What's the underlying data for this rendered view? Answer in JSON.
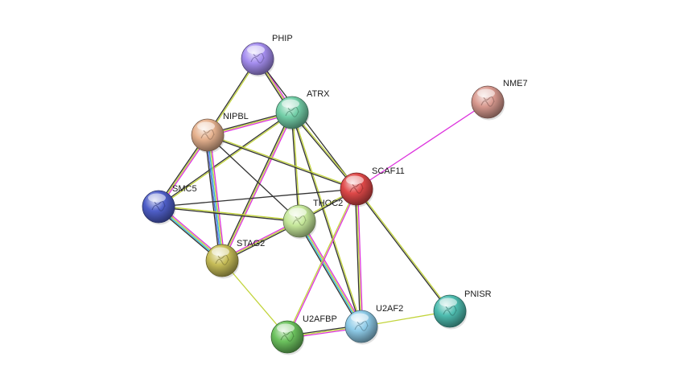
{
  "network": {
    "nodes": [
      {
        "id": "PHIP",
        "label": "PHIP",
        "color": "#a58ef0"
      },
      {
        "id": "ATRX",
        "label": "ATRX",
        "color": "#73cfa8"
      },
      {
        "id": "NIPBL",
        "label": "NIPBL",
        "color": "#e6b28f"
      },
      {
        "id": "NME7",
        "label": "NME7",
        "color": "#d99a90"
      },
      {
        "id": "SCAF11",
        "label": "SCAF11",
        "color": "#df4848"
      },
      {
        "id": "SMC5",
        "label": "SMC5",
        "color": "#4f5fc9"
      },
      {
        "id": "THOC2",
        "label": "THOC2",
        "color": "#c6e89b"
      },
      {
        "id": "STAG2",
        "label": "STAG2",
        "color": "#c7bd58"
      },
      {
        "id": "U2AF2",
        "label": "U2AF2",
        "color": "#8ecbe8"
      },
      {
        "id": "U2AFBP",
        "label": "U2AFBP",
        "color": "#6cc25e"
      },
      {
        "id": "PNISR",
        "label": "PNISR",
        "color": "#4ebdb0"
      }
    ],
    "edge_colors": {
      "magenta": "#dd33dd",
      "yellow": "#c2d43b",
      "black": "#333333",
      "cyan": "#33bbdd",
      "blue": "#5566dd"
    },
    "edges": [
      {
        "a": "PHIP",
        "b": "ATRX",
        "types": [
          "magenta",
          "yellow",
          "black"
        ]
      },
      {
        "a": "PHIP",
        "b": "NIPBL",
        "types": [
          "yellow",
          "black"
        ]
      },
      {
        "a": "PHIP",
        "b": "SCAF11",
        "types": [
          "black"
        ]
      },
      {
        "a": "ATRX",
        "b": "NIPBL",
        "types": [
          "magenta",
          "yellow",
          "black"
        ]
      },
      {
        "a": "ATRX",
        "b": "SMC5",
        "types": [
          "yellow",
          "black"
        ]
      },
      {
        "a": "ATRX",
        "b": "SCAF11",
        "types": [
          "yellow",
          "black"
        ]
      },
      {
        "a": "ATRX",
        "b": "STAG2",
        "types": [
          "magenta",
          "yellow",
          "black"
        ]
      },
      {
        "a": "ATRX",
        "b": "THOC2",
        "types": [
          "yellow",
          "black"
        ]
      },
      {
        "a": "ATRX",
        "b": "U2AF2",
        "types": [
          "yellow",
          "black"
        ]
      },
      {
        "a": "NIPBL",
        "b": "SMC5",
        "types": [
          "magenta",
          "yellow",
          "black"
        ]
      },
      {
        "a": "NIPBL",
        "b": "STAG2",
        "types": [
          "magenta",
          "yellow",
          "cyan",
          "blue",
          "black"
        ]
      },
      {
        "a": "NIPBL",
        "b": "SCAF11",
        "types": [
          "yellow",
          "black"
        ]
      },
      {
        "a": "NIPBL",
        "b": "THOC2",
        "types": [
          "black"
        ]
      },
      {
        "a": "SMC5",
        "b": "STAG2",
        "types": [
          "magenta",
          "yellow",
          "cyan",
          "black"
        ]
      },
      {
        "a": "SMC5",
        "b": "THOC2",
        "types": [
          "yellow",
          "black"
        ]
      },
      {
        "a": "SMC5",
        "b": "SCAF11",
        "types": [
          "black"
        ]
      },
      {
        "a": "STAG2",
        "b": "THOC2",
        "types": [
          "magenta",
          "yellow",
          "black"
        ]
      },
      {
        "a": "STAG2",
        "b": "U2AFBP",
        "types": [
          "yellow"
        ]
      },
      {
        "a": "THOC2",
        "b": "SCAF11",
        "types": [
          "yellow",
          "black"
        ]
      },
      {
        "a": "THOC2",
        "b": "U2AF2",
        "types": [
          "magenta",
          "yellow",
          "cyan",
          "black"
        ]
      },
      {
        "a": "SCAF11",
        "b": "NME7",
        "types": [
          "magenta"
        ]
      },
      {
        "a": "SCAF11",
        "b": "U2AF2",
        "types": [
          "magenta",
          "yellow",
          "black"
        ]
      },
      {
        "a": "SCAF11",
        "b": "U2AFBP",
        "types": [
          "magenta",
          "yellow"
        ]
      },
      {
        "a": "SCAF11",
        "b": "PNISR",
        "types": [
          "yellow",
          "black"
        ]
      },
      {
        "a": "U2AF2",
        "b": "U2AFBP",
        "types": [
          "magenta",
          "yellow",
          "black"
        ]
      },
      {
        "a": "U2AF2",
        "b": "PNISR",
        "types": [
          "yellow"
        ]
      }
    ]
  }
}
